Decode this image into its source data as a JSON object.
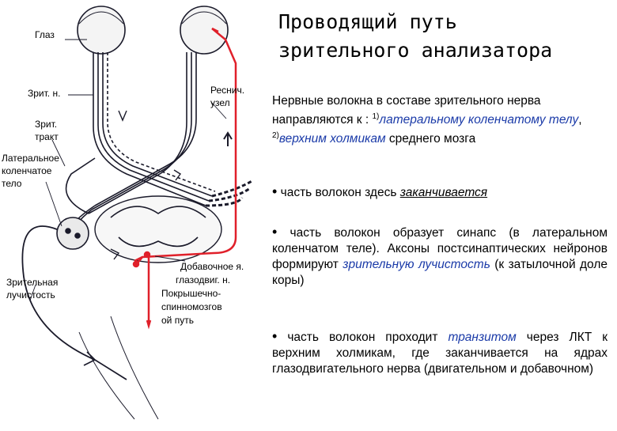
{
  "title": {
    "line1": "Проводящий путь",
    "line2": "зрительного анализатора"
  },
  "labels": {
    "eye": "Глаз",
    "optic_nerve": "Зрит. н.",
    "ciliary_node_1": "Реснич.",
    "ciliary_node_2": "узел",
    "optic_tract_1": "Зрит.",
    "optic_tract_2": "тракт",
    "lgb_1": "Латеральное",
    "lgb_2": "коленчатое",
    "lgb_3": "тело",
    "radiation_1": "Зрительная",
    "radiation_2": "лучистость",
    "accessory_1": "Добавочное я.",
    "accessory_2": "глазодвиг. н.",
    "tectospinal_1": "Покрышечно-",
    "tectospinal_2": "спинномозгов",
    "tectospinal_3": "ой путь"
  },
  "intro": {
    "p1": "Нервные волокна в составе зрительного нерва направляются к : ",
    "sup1": "1)",
    "target1": "латеральному коленчатому телу",
    "comma": ", ",
    "sup2": "2)",
    "target2": "верхним холмикам",
    "p2": " среднего мозга"
  },
  "bullet1": {
    "mark": "•",
    "text": " часть волокон здесь ",
    "emph": "заканчивается"
  },
  "bullet2": {
    "mark": "•",
    "text1": " часть волокон образует синапс (в латеральном коленчатом теле). Аксоны постсинаптических нейронов формируют ",
    "emph": "зрительную лучистость",
    "text2": " (к затылочной доле коры)"
  },
  "bullet3": {
    "mark": "•",
    "text1": " часть волокон проходит ",
    "emph": "транзитом",
    "text2": " через ЛКТ к верхним холмикам, где заканчивается на ядрах глазодвигательного нерва (двигательном и добавочном)"
  },
  "colors": {
    "pathway_red": "#e0202a",
    "emphasis_blue": "#1a3aa8",
    "ink": "#1a1a2a"
  }
}
